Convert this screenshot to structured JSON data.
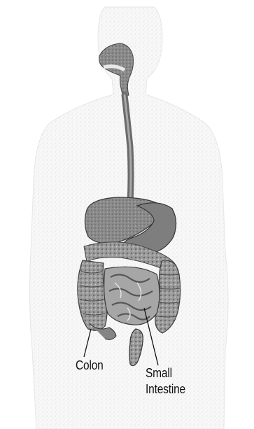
{
  "labels": {
    "colon": "Colon",
    "small_intestine_line1": "Small",
    "small_intestine_line2": "Intestine"
  },
  "colors": {
    "body_outline": "#d8d8d8",
    "body_fill": "#f2f2f2",
    "organ_dark": "#5a5a5a",
    "organ_mid": "#8c8c8c",
    "organ_light": "#c4c4c4",
    "leader_line": "#111111"
  }
}
